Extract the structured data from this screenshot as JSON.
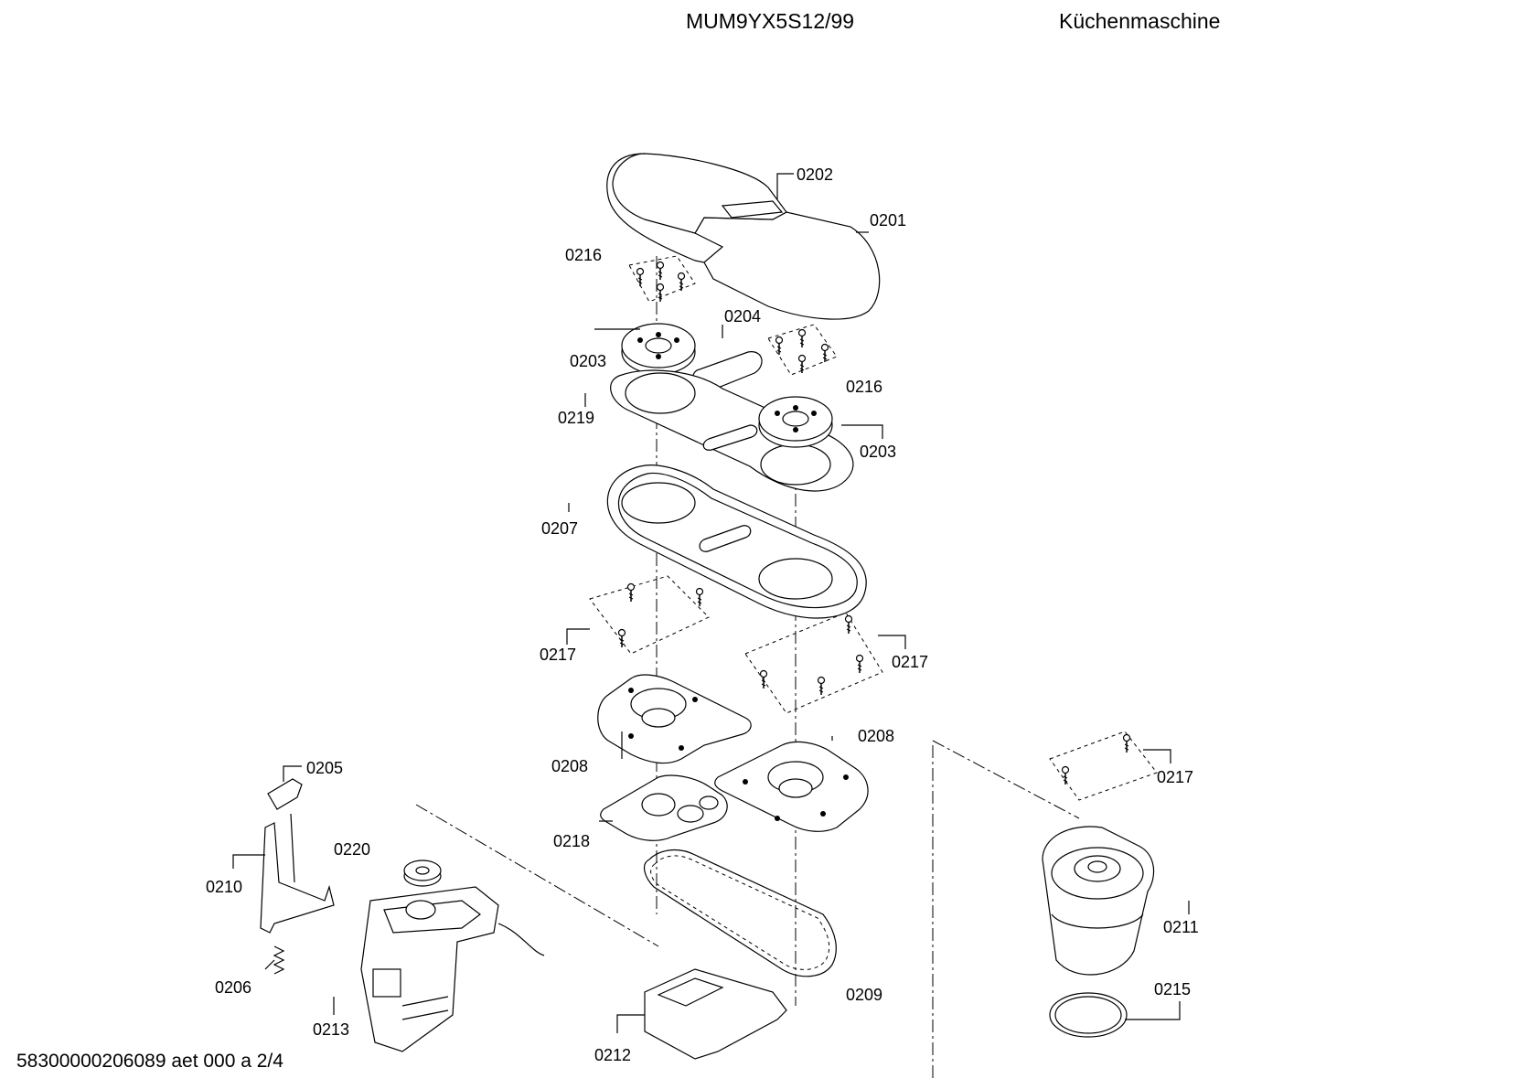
{
  "header": {
    "model": "MUM9YX5S12/99",
    "title": "Küchenmaschine"
  },
  "footer": {
    "code": "58300000206089 aet 000 a 2/4"
  },
  "callouts": {
    "p0201": "0201",
    "p0202": "0202",
    "p0203a": "0203",
    "p0203b": "0203",
    "p0204": "0204",
    "p0205": "0205",
    "p0206": "0206",
    "p0207": "0207",
    "p0208a": "0208",
    "p0208b": "0208",
    "p0209": "0209",
    "p0210": "0210",
    "p0211": "0211",
    "p0212": "0212",
    "p0213": "0213",
    "p0215": "0215",
    "p0216a": "0216",
    "p0216b": "0216",
    "p0217a": "0217",
    "p0217b": "0217",
    "p0217c": "0217",
    "p0218": "0218",
    "p0219": "0219",
    "p0220": "0220"
  }
}
